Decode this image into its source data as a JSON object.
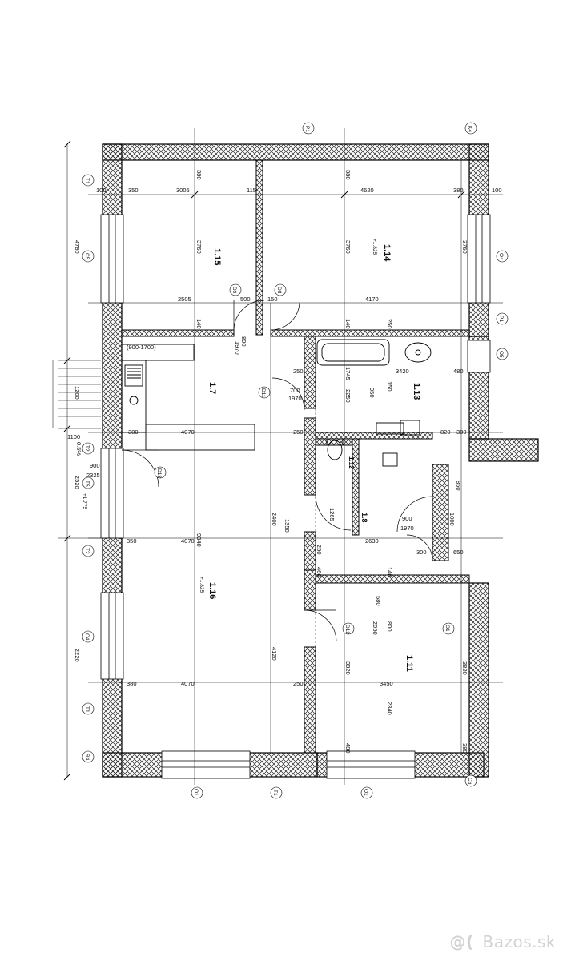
{
  "watermark": {
    "symbol": "@(",
    "text": "Bazos.sk"
  },
  "rooms": [
    {
      "id": "1.15",
      "area": ""
    },
    {
      "id": "1.14",
      "area": "+1.825"
    },
    {
      "id": "1.7",
      "area": ""
    },
    {
      "id": "1.13",
      "area": ""
    },
    {
      "id": "1.12",
      "area": ""
    },
    {
      "id": "1.8",
      "area": ""
    },
    {
      "id": "1.16",
      "area": "+1.825"
    },
    {
      "id": "1.11",
      "area": ""
    }
  ],
  "axis_tags": [
    "T1",
    "T2",
    "T4",
    "T5",
    "C4",
    "C5",
    "O1",
    "O4",
    "O5",
    "D8",
    "D9",
    "D11",
    "D12",
    "D13",
    "R4",
    "C6",
    "K4",
    "P1"
  ],
  "kitchen_note": "(900-1700)",
  "slope_note": "0.5%",
  "dimensions": {
    "top_row": [
      "100",
      "350",
      "3005",
      "115",
      "4620",
      "380",
      "100"
    ],
    "mid_row": [
      "2505",
      "500",
      "150",
      "4170"
    ],
    "left_col": [
      "4780",
      "1100",
      "1200",
      "2520",
      "2220"
    ],
    "kitchen_row": [
      "1100",
      "380",
      "4070",
      "250",
      "820",
      "380"
    ],
    "room_1_15": [
      "380",
      "3760",
      "140"
    ],
    "room_1_14": [
      "380",
      "3760",
      "3760",
      "140",
      "250"
    ],
    "room_1_13": [
      "3420",
      "480",
      "2250",
      "250",
      "1745",
      "950",
      "150"
    ],
    "door_labels": [
      "700",
      "1970",
      "800",
      "1970"
    ],
    "room_1_16": [
      "350",
      "4070",
      "9340",
      "2400",
      "1350",
      "380",
      "4070",
      "250",
      "4120"
    ],
    "room_1_11": [
      "580",
      "800",
      "2050",
      "3820",
      "3450",
      "2340",
      "3820",
      "480",
      "380"
    ],
    "room_1_8": [
      "2630",
      "1265",
      "250",
      "460",
      "140"
    ],
    "misc": [
      "900",
      "2325",
      "+1.775",
      "900",
      "1970",
      "2250",
      "850",
      "1000",
      "300",
      "650"
    ]
  }
}
